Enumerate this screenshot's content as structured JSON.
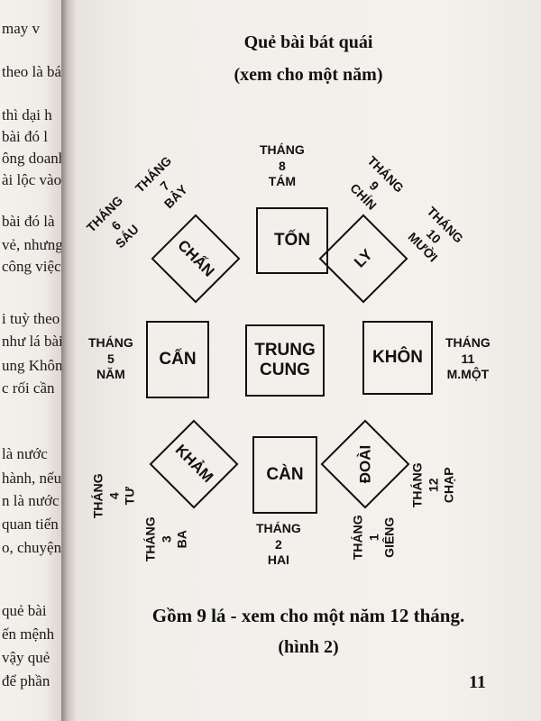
{
  "left_page": {
    "lines": [
      "may v",
      "theo là bá",
      "thì dại h",
      "bài đó l",
      "ông doanh",
      "ài lộc vào",
      "bài đó là",
      "vẻ, nhưng",
      "công việc",
      "i tuỳ theo",
      "như lá bài",
      "ung Khôn",
      "c rối cần",
      "là nước",
      "hành, nếu",
      "n là nước",
      "quan tiến",
      "o, chuyện",
      "quẻ bài",
      "ến mệnh",
      "vậy quẻ",
      "để phần"
    ]
  },
  "title": "Quẻ bài bát quái",
  "subtitle": "(xem cho một năm)",
  "diagram": {
    "boxes": {
      "ton": "TỐN",
      "chan": "CHẤN",
      "ly": "LY",
      "can_mountain": "CẤN",
      "trung_cung_1": "TRUNG",
      "trung_cung_2": "CUNG",
      "khon": "KHÔN",
      "kham": "KHẢM",
      "can_heaven": "CÀN",
      "doai": "ĐOÀI"
    },
    "months": {
      "m8": [
        "THÁNG",
        "8",
        "TÁM"
      ],
      "m7": [
        "THÁNG",
        "7",
        "BẢY"
      ],
      "m6": [
        "THÁNG",
        "6",
        "SÁU"
      ],
      "m9": [
        "THÁNG",
        "9",
        "CHÍN"
      ],
      "m10": [
        "THÁNG",
        "10",
        "MƯỜI"
      ],
      "m5": [
        "THÁNG",
        "5",
        "NĂM"
      ],
      "m11": [
        "THÁNG",
        "11",
        "M.MỘT"
      ],
      "m4": [
        "THÁNG",
        "4",
        "TƯ"
      ],
      "m3": [
        "THÁNG",
        "3",
        "BA"
      ],
      "m2": [
        "THÁNG",
        "2",
        "HAI"
      ],
      "m1": [
        "THÁNG",
        "1",
        "GIÊNG"
      ],
      "m12": [
        "THÁNG",
        "12",
        "CHẠP"
      ]
    }
  },
  "caption": "Gồm 9 lá - xem cho một năm 12 tháng.",
  "figure_label": "(hình 2)",
  "page_number": "11"
}
